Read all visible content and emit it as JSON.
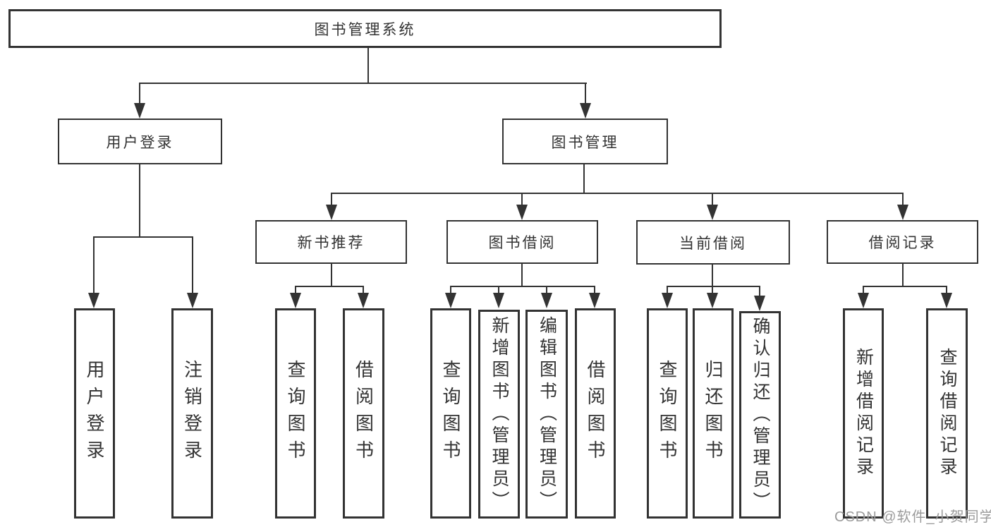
{
  "tree": {
    "root": "图书管理系统",
    "branches": [
      {
        "label": "用户登录",
        "children": [
          "用户登录",
          "注销登录"
        ]
      },
      {
        "label": "图书管理",
        "groups": [
          {
            "label": "新书推荐",
            "children": [
              "查询图书",
              "借阅图书"
            ]
          },
          {
            "label": "图书借阅",
            "children": [
              "查询图书",
              "新增图书（管理员）",
              "编辑图书（管理员）",
              "借阅图书"
            ]
          },
          {
            "label": "当前借阅",
            "children": [
              "查询图书",
              "归还图书",
              "确认归还（管理员）"
            ]
          },
          {
            "label": "借阅记录",
            "children": [
              "新增借阅记录",
              "查询借阅记录"
            ]
          }
        ]
      }
    ]
  },
  "watermark": "CSDN @软件_小贺同学",
  "colors": {
    "line": "#333333",
    "text": "#333333",
    "watermark": "#9b9b9b",
    "background": "#ffffff"
  }
}
